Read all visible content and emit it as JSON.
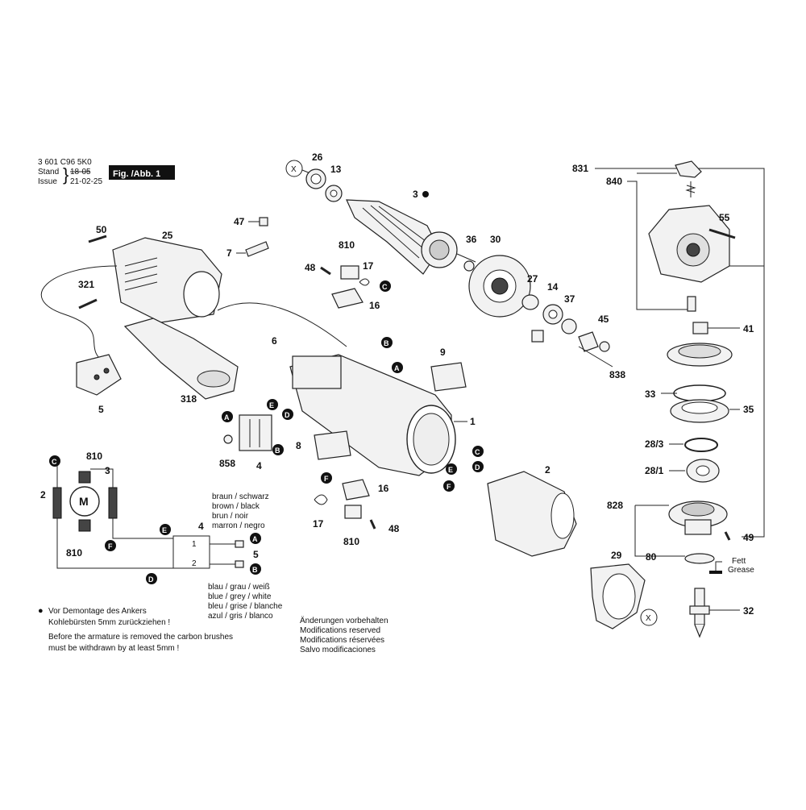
{
  "header": {
    "code": "3 601 C96 5K0",
    "stand_label": "Stand",
    "stand_value": "18-05",
    "issue_label": "Issue",
    "issue_value": "21-02-25",
    "fig_label": "Fig. /Abb. 1"
  },
  "part_numbers": {
    "p26": "26",
    "p13": "13",
    "p3": "3",
    "p831": "831",
    "p840": "840",
    "p55": "55",
    "p47": "47",
    "p50": "50",
    "p25": "25",
    "p7": "7",
    "p810a": "810",
    "p48a": "48",
    "p17a": "17",
    "p16a": "16",
    "p36": "36",
    "p30": "30",
    "p27": "27",
    "p14": "14",
    "p37": "37",
    "p45": "45",
    "p41": "41",
    "p838": "838",
    "p321": "321",
    "p6": "6",
    "p9": "9",
    "p318": "318",
    "p5": "5",
    "p1": "1",
    "p33": "33",
    "p35": "35",
    "p8": "8",
    "p858": "858",
    "p4": "4",
    "p28_3": "28/3",
    "p28_1": "28/1",
    "p2": "2",
    "p828": "828",
    "p16b": "16",
    "p17b": "17",
    "p810b": "810",
    "p48b": "48",
    "p49": "49",
    "p29": "29",
    "p80": "80",
    "p32": "32",
    "ws_810_top": "810",
    "ws_3": "3",
    "ws_2": "2",
    "ws_810_bot": "810",
    "ws_4": "4",
    "ws_5": "5",
    "ws_M": "M",
    "ws_t1": "1",
    "ws_t2": "2"
  },
  "connector_letters": {
    "A": "A",
    "B": "B",
    "C": "C",
    "D": "D",
    "E": "E",
    "F": "F"
  },
  "x_marks": {
    "x": "X"
  },
  "fett": {
    "line1": "Fett",
    "line2": "Grease"
  },
  "wire_colors": [
    "braun   / schwarz",
    "brown   / black",
    "brun     / noir",
    "marron / negro"
  ],
  "wire_colors2": [
    "blau / grau / weiß",
    "blue / grey / white",
    "bleu / grise / blanche",
    "azul / gris   / blanco"
  ],
  "notes": {
    "de_line1": "Vor Demontage des Ankers",
    "de_line2": "Kohlebürsten 5mm zurückziehen !",
    "en_line1": "Before the armature is removed the carbon brushes",
    "en_line2": "must be withdrawn by at least 5mm !",
    "bullet": "●",
    "mods": [
      "Änderungen vorbehalten",
      "Modifications reserved",
      "Modifications réservées",
      "Salvo modificaciones"
    ]
  }
}
